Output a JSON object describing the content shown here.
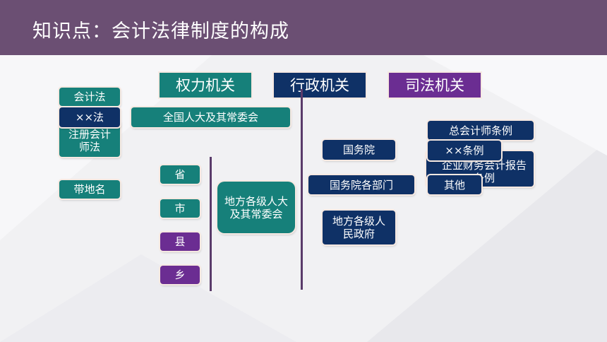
{
  "header": {
    "title": "知识点：会计法律制度的构成"
  },
  "columns": {
    "power": "权力机关",
    "admin": "行政机关",
    "judicial": "司法机关"
  },
  "laws": {
    "accounting_law": "会计法",
    "xx_law": "××法",
    "cpa_law": "注册会计师法",
    "place_name": "带地名"
  },
  "power": {
    "npc": "全国人大及其常委会",
    "levels": [
      "省",
      "市",
      "县",
      "乡"
    ],
    "local_congress": "地方各级人大及其常委会"
  },
  "admin": {
    "state_council": "国务院",
    "departments": "国务院各部门",
    "local_gov": "地方各级人民政府"
  },
  "regs": {
    "chief_accountant": "总会计师条例",
    "xx_regs": "××条例",
    "financial_report": "企业财务会计报告条例",
    "others": "其他"
  },
  "colors": {
    "header": "#6b4f73",
    "teal": "#16807a",
    "navy": "#0f3166",
    "purple": "#6b2d92"
  }
}
